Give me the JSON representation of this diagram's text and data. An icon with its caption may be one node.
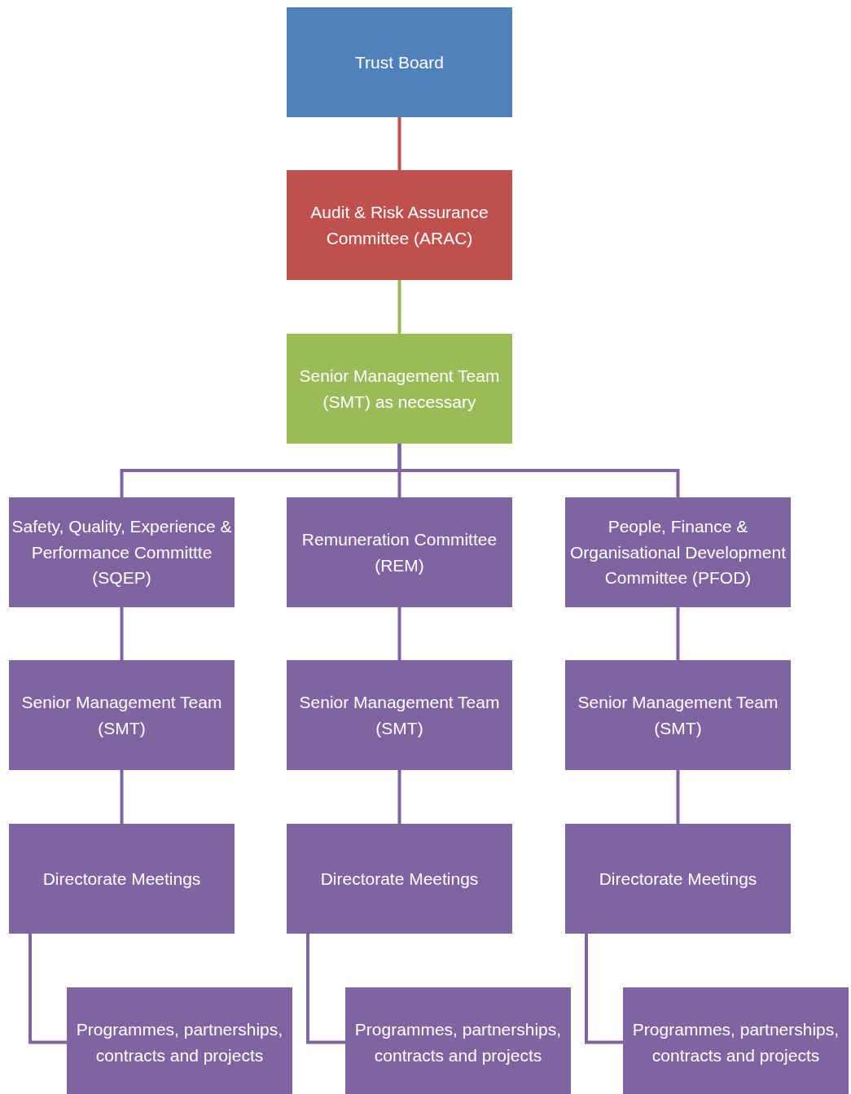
{
  "diagram": {
    "nodes": [
      {
        "text": [
          "Trust Board"
        ]
      },
      {
        "text": [
          "Audit & Risk Assurance Committee (ARAC)"
        ]
      },
      {
        "text": [
          "Senior Management Team (SMT) as necessary"
        ]
      },
      {
        "text": [
          "Safety, Quality, Experience & Performance Committte (SQEP)"
        ]
      },
      {
        "text": [
          "Remuneration Committee (REM)"
        ]
      },
      {
        "text": [
          "People, Finance & Organisational Development Committee (PFOD)"
        ]
      },
      {
        "text": [
          "Senior Management Team (SMT)"
        ]
      },
      {
        "text": [
          "Senior Management Team (SMT)"
        ]
      },
      {
        "text": [
          "Senior Management Team (SMT)"
        ]
      },
      {
        "text": [
          "Directorate Meetings"
        ]
      },
      {
        "text": [
          "Directorate Meetings"
        ]
      },
      {
        "text": [
          "Directorate Meetings"
        ]
      },
      {
        "text": [
          "Programmes, partnerships, contracts and projects"
        ]
      },
      {
        "text": [
          "Programmes, partnerships, contracts and projects"
        ]
      },
      {
        "text": [
          "Programmes, partnerships, contracts and projects"
        ]
      }
    ],
    "edges": [
      {
        "from": 0,
        "to": 1,
        "arrow": "none",
        "color": "#c0504d"
      },
      {
        "from": 1,
        "to": 2,
        "arrow": "none",
        "color": "#9bbb59"
      },
      {
        "from": 2,
        "to": 3,
        "arrow": "none"
      },
      {
        "from": 2,
        "to": 4,
        "arrow": "none"
      },
      {
        "from": 2,
        "to": 5,
        "arrow": "none"
      },
      {
        "from": 3,
        "to": 6,
        "arrow": "none"
      },
      {
        "from": 4,
        "to": 7,
        "arrow": "none"
      },
      {
        "from": 5,
        "to": 8,
        "arrow": "none"
      },
      {
        "from": 6,
        "to": 9,
        "arrow": "none"
      },
      {
        "from": 7,
        "to": 10,
        "arrow": "none"
      },
      {
        "from": 8,
        "to": 11,
        "arrow": "none"
      },
      {
        "from": 9,
        "to": 12,
        "arrow": "none"
      },
      {
        "from": 10,
        "to": 13,
        "arrow": "none"
      },
      {
        "from": 11,
        "to": 14,
        "arrow": "none"
      }
    ]
  }
}
